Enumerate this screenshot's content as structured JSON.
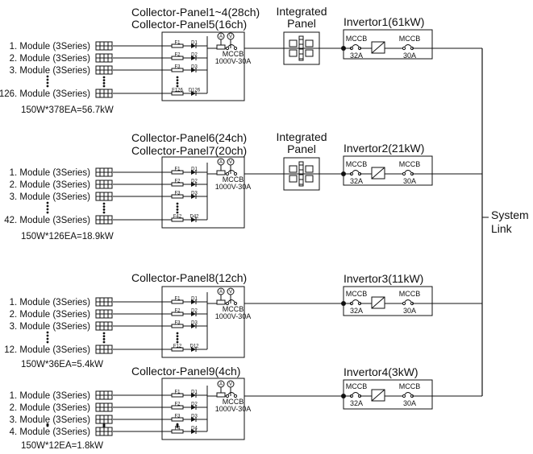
{
  "groups": [
    {
      "panel_title": [
        "Collector-Panel1~4(28ch)",
        "Collector-Panel5(16ch)"
      ],
      "modules": [
        "1. Module (3Series)",
        "2. Module (3Series)",
        "3. Module (3Series)",
        "126. Module (3Series)"
      ],
      "fuses": [
        "F1",
        "F2",
        "F3",
        "F126"
      ],
      "diodes": [
        "D1",
        "D2",
        "D3",
        "D126"
      ],
      "mccb_label": "MCCB",
      "mccb_rating": "1000V-30A",
      "capacity": "150W*378EA=56.7kW",
      "integrated_title": [
        "Integrated",
        "Panel"
      ],
      "inverter_title": "Invertor1(61kW)",
      "inv_mccb_in": "MCCB",
      "inv_rating_in": "32A",
      "inv_mccb_out": "MCCB",
      "inv_rating_out": "30A"
    },
    {
      "panel_title": [
        "Collector-Panel6(24ch)",
        "Collector-Panel7(20ch)"
      ],
      "modules": [
        "1. Module (3Series)",
        "2. Module (3Series)",
        "3. Module (3Series)",
        "42. Module (3Series)"
      ],
      "fuses": [
        "F1",
        "F2",
        "F3",
        "F42"
      ],
      "diodes": [
        "D1",
        "D2",
        "D3",
        "D42"
      ],
      "mccb_label": "MCCB",
      "mccb_rating": "1000V-30A",
      "capacity": "150W*126EA=18.9kW",
      "integrated_title": [
        "Integrated",
        "Panel"
      ],
      "inverter_title": "Invertor2(21kW)",
      "inv_mccb_in": "MCCB",
      "inv_rating_in": "32A",
      "inv_mccb_out": "MCCB",
      "inv_rating_out": "30A"
    },
    {
      "panel_title": [
        "Collector-Panel8(12ch)"
      ],
      "modules": [
        "1. Module (3Series)",
        "2. Module (3Series)",
        "3. Module (3Series)",
        "12. Module (3Series)"
      ],
      "fuses": [
        "F1",
        "F2",
        "F3",
        "F12"
      ],
      "diodes": [
        "D1",
        "D2",
        "D3",
        "D12"
      ],
      "mccb_label": "MCCB",
      "mccb_rating": "1000V-30A",
      "capacity": "150W*36EA=5.4kW",
      "inverter_title": "Invertor3(11kW)",
      "inv_mccb_in": "MCCB",
      "inv_rating_in": "32A",
      "inv_mccb_out": "MCCB",
      "inv_rating_out": "30A"
    },
    {
      "panel_title": [
        "Collector-Panel9(4ch)"
      ],
      "modules": [
        "1. Module (3Series)",
        "2. Module (3Series)",
        "3. Module (3Series)",
        "4. Module (3Series)"
      ],
      "fuses": [
        "F1",
        "F2",
        "F3",
        "F4"
      ],
      "diodes": [
        "D1",
        "D2",
        "D3",
        "D4"
      ],
      "mccb_label": "MCCB",
      "mccb_rating": "1000V-30A",
      "capacity": "150W*12EA=1.8kW",
      "inverter_title": "Invertor4(3kW)",
      "inv_mccb_in": "MCCB",
      "inv_rating_in": "32A",
      "inv_mccb_out": "MCCB",
      "inv_rating_out": "30A"
    }
  ],
  "system_link": [
    "System",
    "Link"
  ],
  "meter_symbols": [
    "A",
    "V"
  ]
}
